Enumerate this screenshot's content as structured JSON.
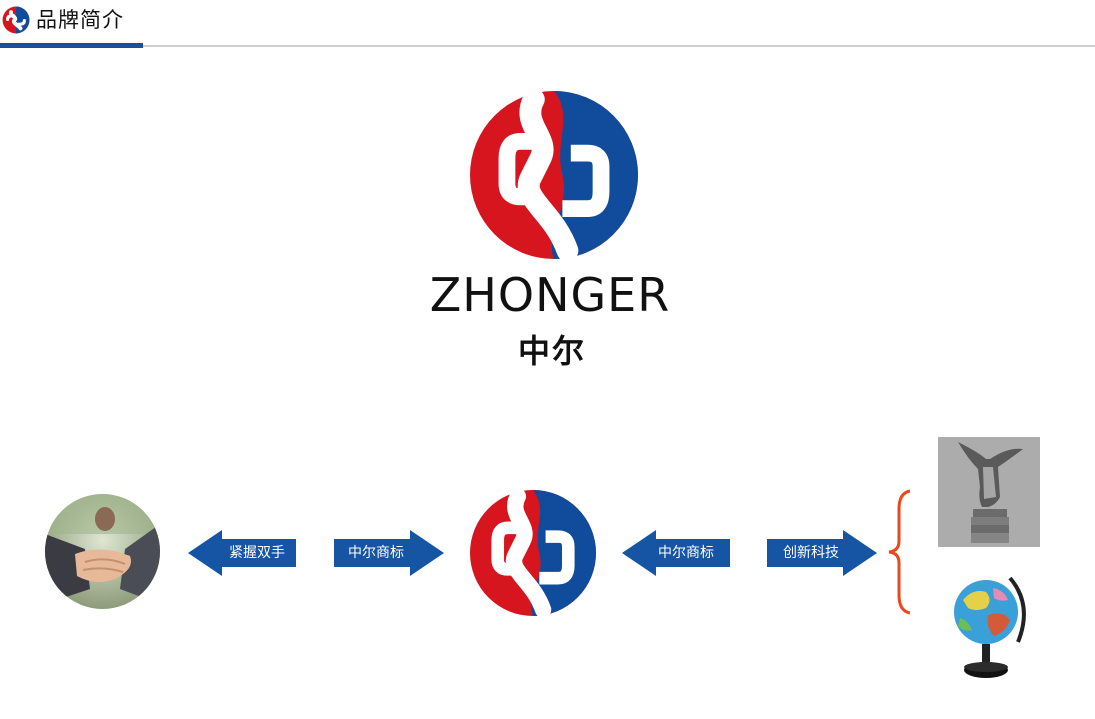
{
  "header": {
    "title": "品牌简介"
  },
  "brand": {
    "name_en": "ZHONGER",
    "name_cn": "中尔"
  },
  "arrows": {
    "left_out": "紧握双手",
    "left_in": "中尔商标",
    "right_in": "中尔商标",
    "right_out": "创新科技"
  },
  "colors": {
    "red": "#d7151f",
    "blue": "#114b9c",
    "arrow_blue": "#1655a4",
    "brace": "#e84a1a",
    "accent": "#1b4f9c"
  },
  "icons": {
    "header_logo": "zhonger-logo-icon",
    "main_logo": "zhonger-logo-icon",
    "handshake": "handshake-image",
    "trophy": "trophy-statue-image",
    "globe": "globe-image"
  }
}
